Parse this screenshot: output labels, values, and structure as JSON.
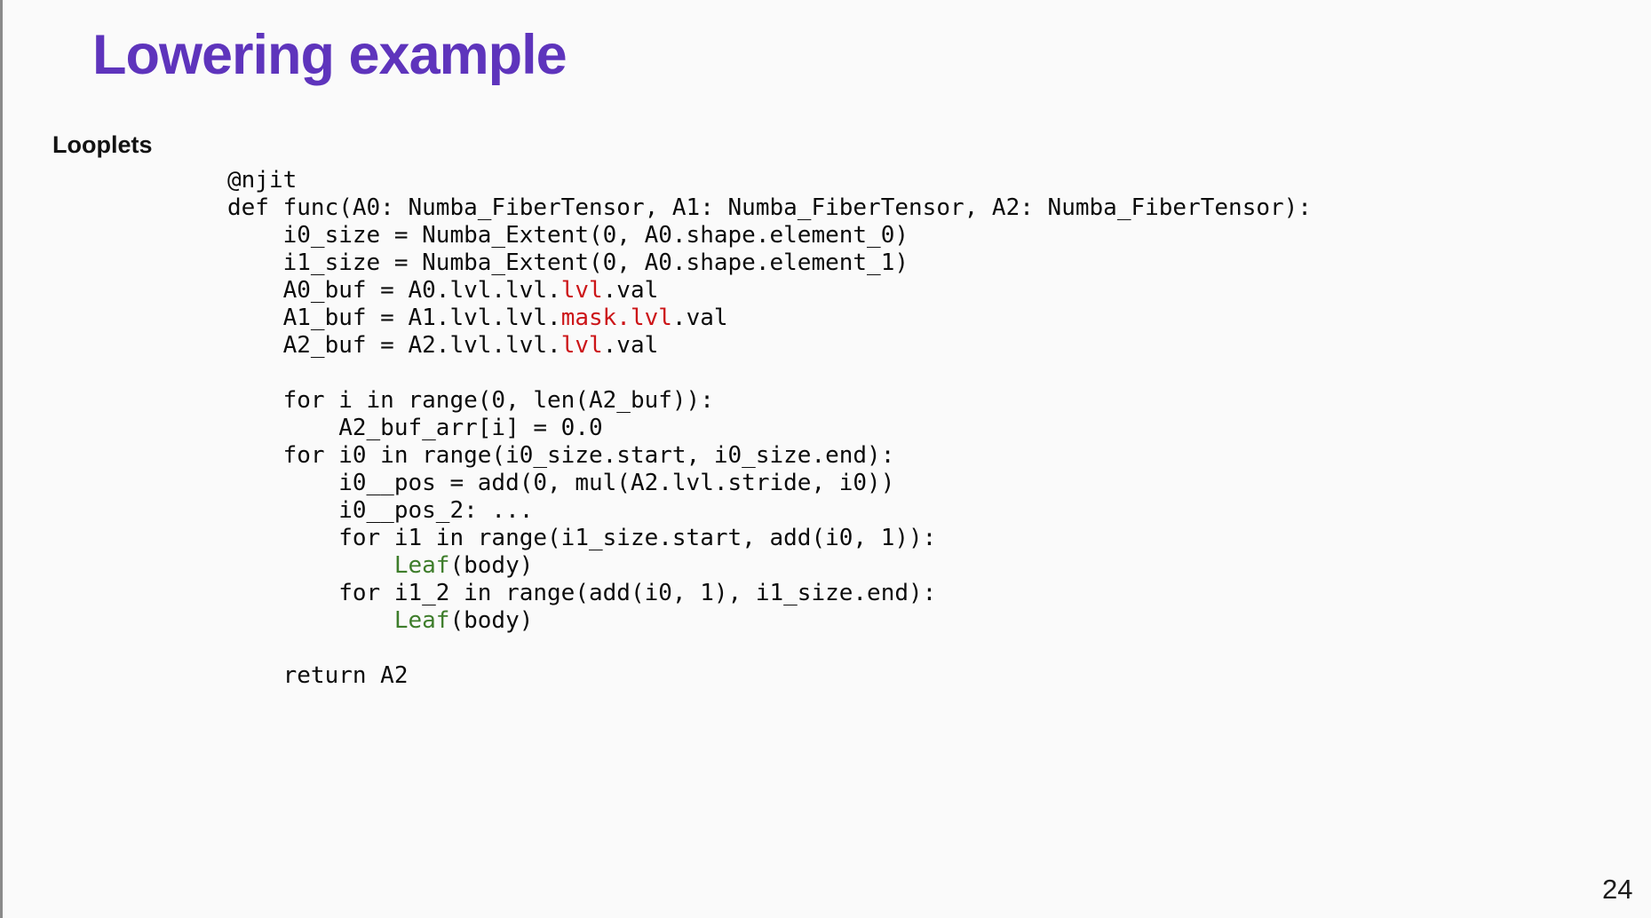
{
  "slide": {
    "title": "Lowering example",
    "section_label": "Looplets",
    "page_number": "24"
  },
  "colors": {
    "background": "#fafafa",
    "left_border": "#8a8a8a",
    "title": "#5e34bc",
    "code_default": "#0c0c0c",
    "code_red": "#cc1518",
    "code_green": "#3e7d2b"
  },
  "code": {
    "lines": [
      [
        {
          "t": "@njit"
        }
      ],
      [
        {
          "t": "def func(A0: Numba_FiberTensor, A1: Numba_FiberTensor, A2: Numba_FiberTensor):"
        }
      ],
      [
        {
          "t": "    i0_size = Numba_Extent(0, A0.shape.element_0)"
        }
      ],
      [
        {
          "t": "    i1_size = Numba_Extent(0, A0.shape.element_1)"
        }
      ],
      [
        {
          "t": "    A0_buf = A0.lvl.lvl."
        },
        {
          "t": "lvl",
          "c": "red"
        },
        {
          "t": ".val"
        }
      ],
      [
        {
          "t": "    A1_buf = A1.lvl.lvl."
        },
        {
          "t": "mask.lvl",
          "c": "red"
        },
        {
          "t": ".val"
        }
      ],
      [
        {
          "t": "    A2_buf = A2.lvl.lvl."
        },
        {
          "t": "lvl",
          "c": "red"
        },
        {
          "t": ".val"
        }
      ],
      [],
      [
        {
          "t": "    for i in range(0, len(A2_buf)):"
        }
      ],
      [
        {
          "t": "        A2_buf_arr[i] = 0.0"
        }
      ],
      [
        {
          "t": "    for i0 in range(i0_size.start, i0_size.end):"
        }
      ],
      [
        {
          "t": "        i0__pos = add(0, mul(A2.lvl.stride, i0))"
        }
      ],
      [
        {
          "t": "        i0__pos_2: ..."
        }
      ],
      [
        {
          "t": "        for i1 in range(i1_size.start, add(i0, 1)):"
        }
      ],
      [
        {
          "t": "            "
        },
        {
          "t": "Leaf",
          "c": "green"
        },
        {
          "t": "(body)"
        }
      ],
      [
        {
          "t": "        for i1_2 in range(add(i0, 1), i1_size.end):"
        }
      ],
      [
        {
          "t": "            "
        },
        {
          "t": "Leaf",
          "c": "green"
        },
        {
          "t": "(body)"
        }
      ],
      [],
      [
        {
          "t": "    return A2"
        }
      ]
    ]
  }
}
